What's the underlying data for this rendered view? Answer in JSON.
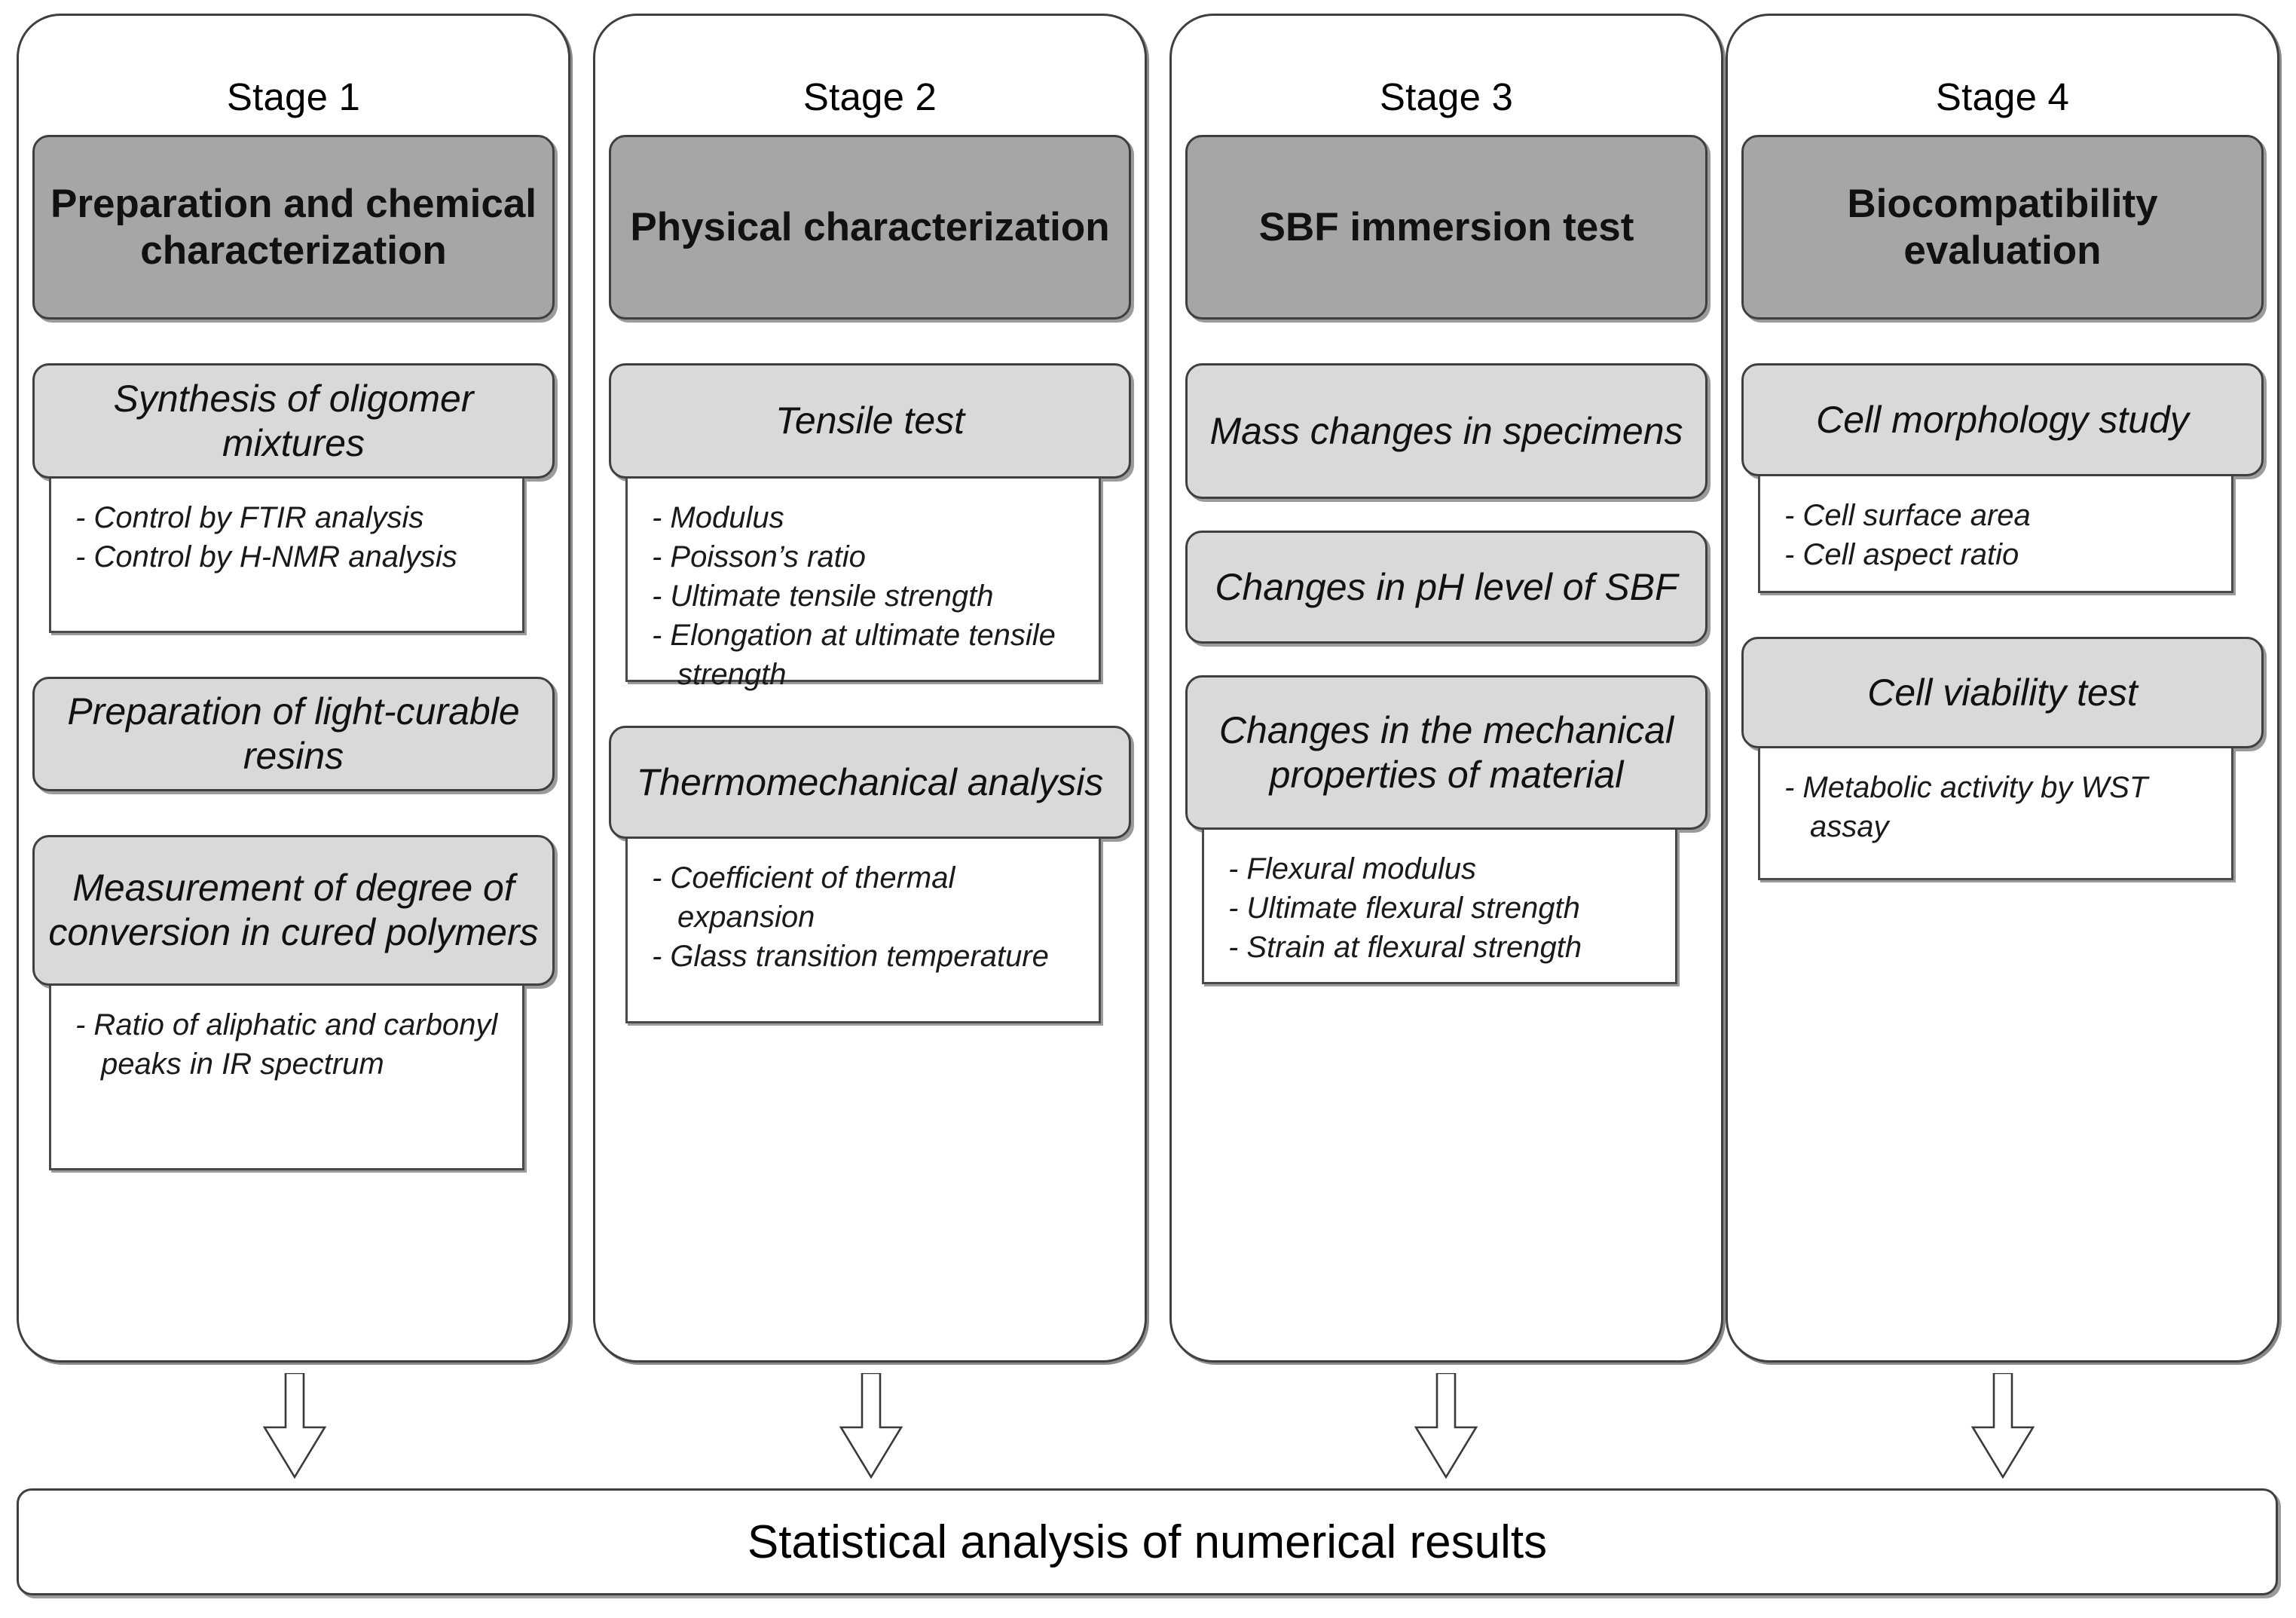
{
  "diagram": {
    "title": "Four-stage experimental workflow",
    "colors": {
      "header_box_fill": "#a6a6a6",
      "sub_box_fill": "#d9d9d9",
      "detail_box_fill": "#ffffff",
      "outline": "#3f3f3f",
      "shadow": "#9b9b9b",
      "page_background": "#ffffff"
    }
  },
  "stages": [
    {
      "label": "Stage 1",
      "header": "Preparation and chemical characterization",
      "blocks": [
        {
          "title": "Synthesis of oligomer mixtures",
          "details": [
            "- Control by FTIR analysis",
            "- Control by H-NMR analysis"
          ]
        },
        {
          "title": "Preparation of light-curable resins",
          "details": []
        },
        {
          "title": "Measurement of degree of conversion in cured polymers",
          "details": [
            "- Ratio of aliphatic and carbonyl peaks in IR spectrum"
          ]
        }
      ]
    },
    {
      "label": "Stage 2",
      "header": "Physical characterization",
      "blocks": [
        {
          "title": "Tensile test",
          "details": [
            "- Modulus",
            "- Poisson’s ratio",
            "- Ultimate tensile strength",
            "- Elongation at ultimate tensile strength"
          ]
        },
        {
          "title": "Thermomechanical analysis",
          "details": [
            "- Coefficient of thermal expansion",
            "- Glass transition temperature"
          ]
        }
      ]
    },
    {
      "label": "Stage 3",
      "header": "SBF immersion test",
      "blocks": [
        {
          "title": "Mass changes in specimens",
          "details": []
        },
        {
          "title": "Changes in pH level of SBF",
          "details": []
        },
        {
          "title": "Changes in the mechanical properties of material",
          "details": [
            "- Flexural modulus",
            "- Ultimate flexural strength",
            "- Strain at flexural strength"
          ]
        }
      ]
    },
    {
      "label": "Stage 4",
      "header": "Biocompatibility evaluation",
      "blocks": [
        {
          "title": "Cell morphology study",
          "details": [
            "- Cell surface area",
            "- Cell aspect ratio"
          ]
        },
        {
          "title": "Cell viability test",
          "details": [
            "- Metabolic activity by WST assay"
          ]
        }
      ]
    }
  ],
  "arrows": {
    "count": 4,
    "direction": "down",
    "style": "hollow-block-arrow"
  },
  "bottom_banner": {
    "text": "Statistical analysis of numerical results"
  }
}
